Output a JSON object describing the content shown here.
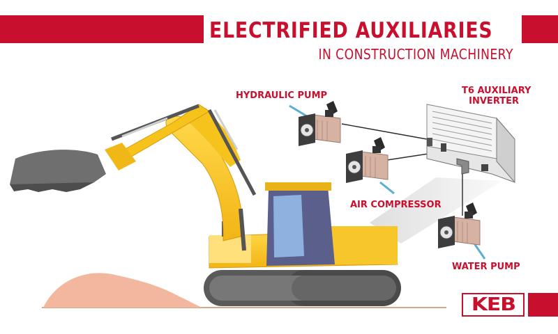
{
  "header": {
    "title": "ELECTRIFIED AUXILIARIES",
    "subtitle": "IN CONSTRUCTION MACHINERY"
  },
  "labels": {
    "hydraulic_pump": "HYDRAULIC PUMP",
    "inverter_line1": "T6 AUXILIARY",
    "inverter_line2": "INVERTER",
    "air_compressor": "AIR COMPRESSOR",
    "water_pump": "WATER PUMP"
  },
  "logo": {
    "text": "KEB"
  },
  "colors": {
    "brand_red": "#c8102e",
    "excavator_yellow": "#f6c21c",
    "cab_purple": "#5b5f8c",
    "track_gray": "#5a5a5a",
    "motor_body": "#d6b2a3",
    "connector_blue": "#5aaed2",
    "dirt": "#f2b79e"
  },
  "icons": [
    "hydraulic-pump-motor-icon",
    "air-compressor-motor-icon",
    "water-pump-motor-icon",
    "inverter-icon",
    "excavator-icon"
  ]
}
